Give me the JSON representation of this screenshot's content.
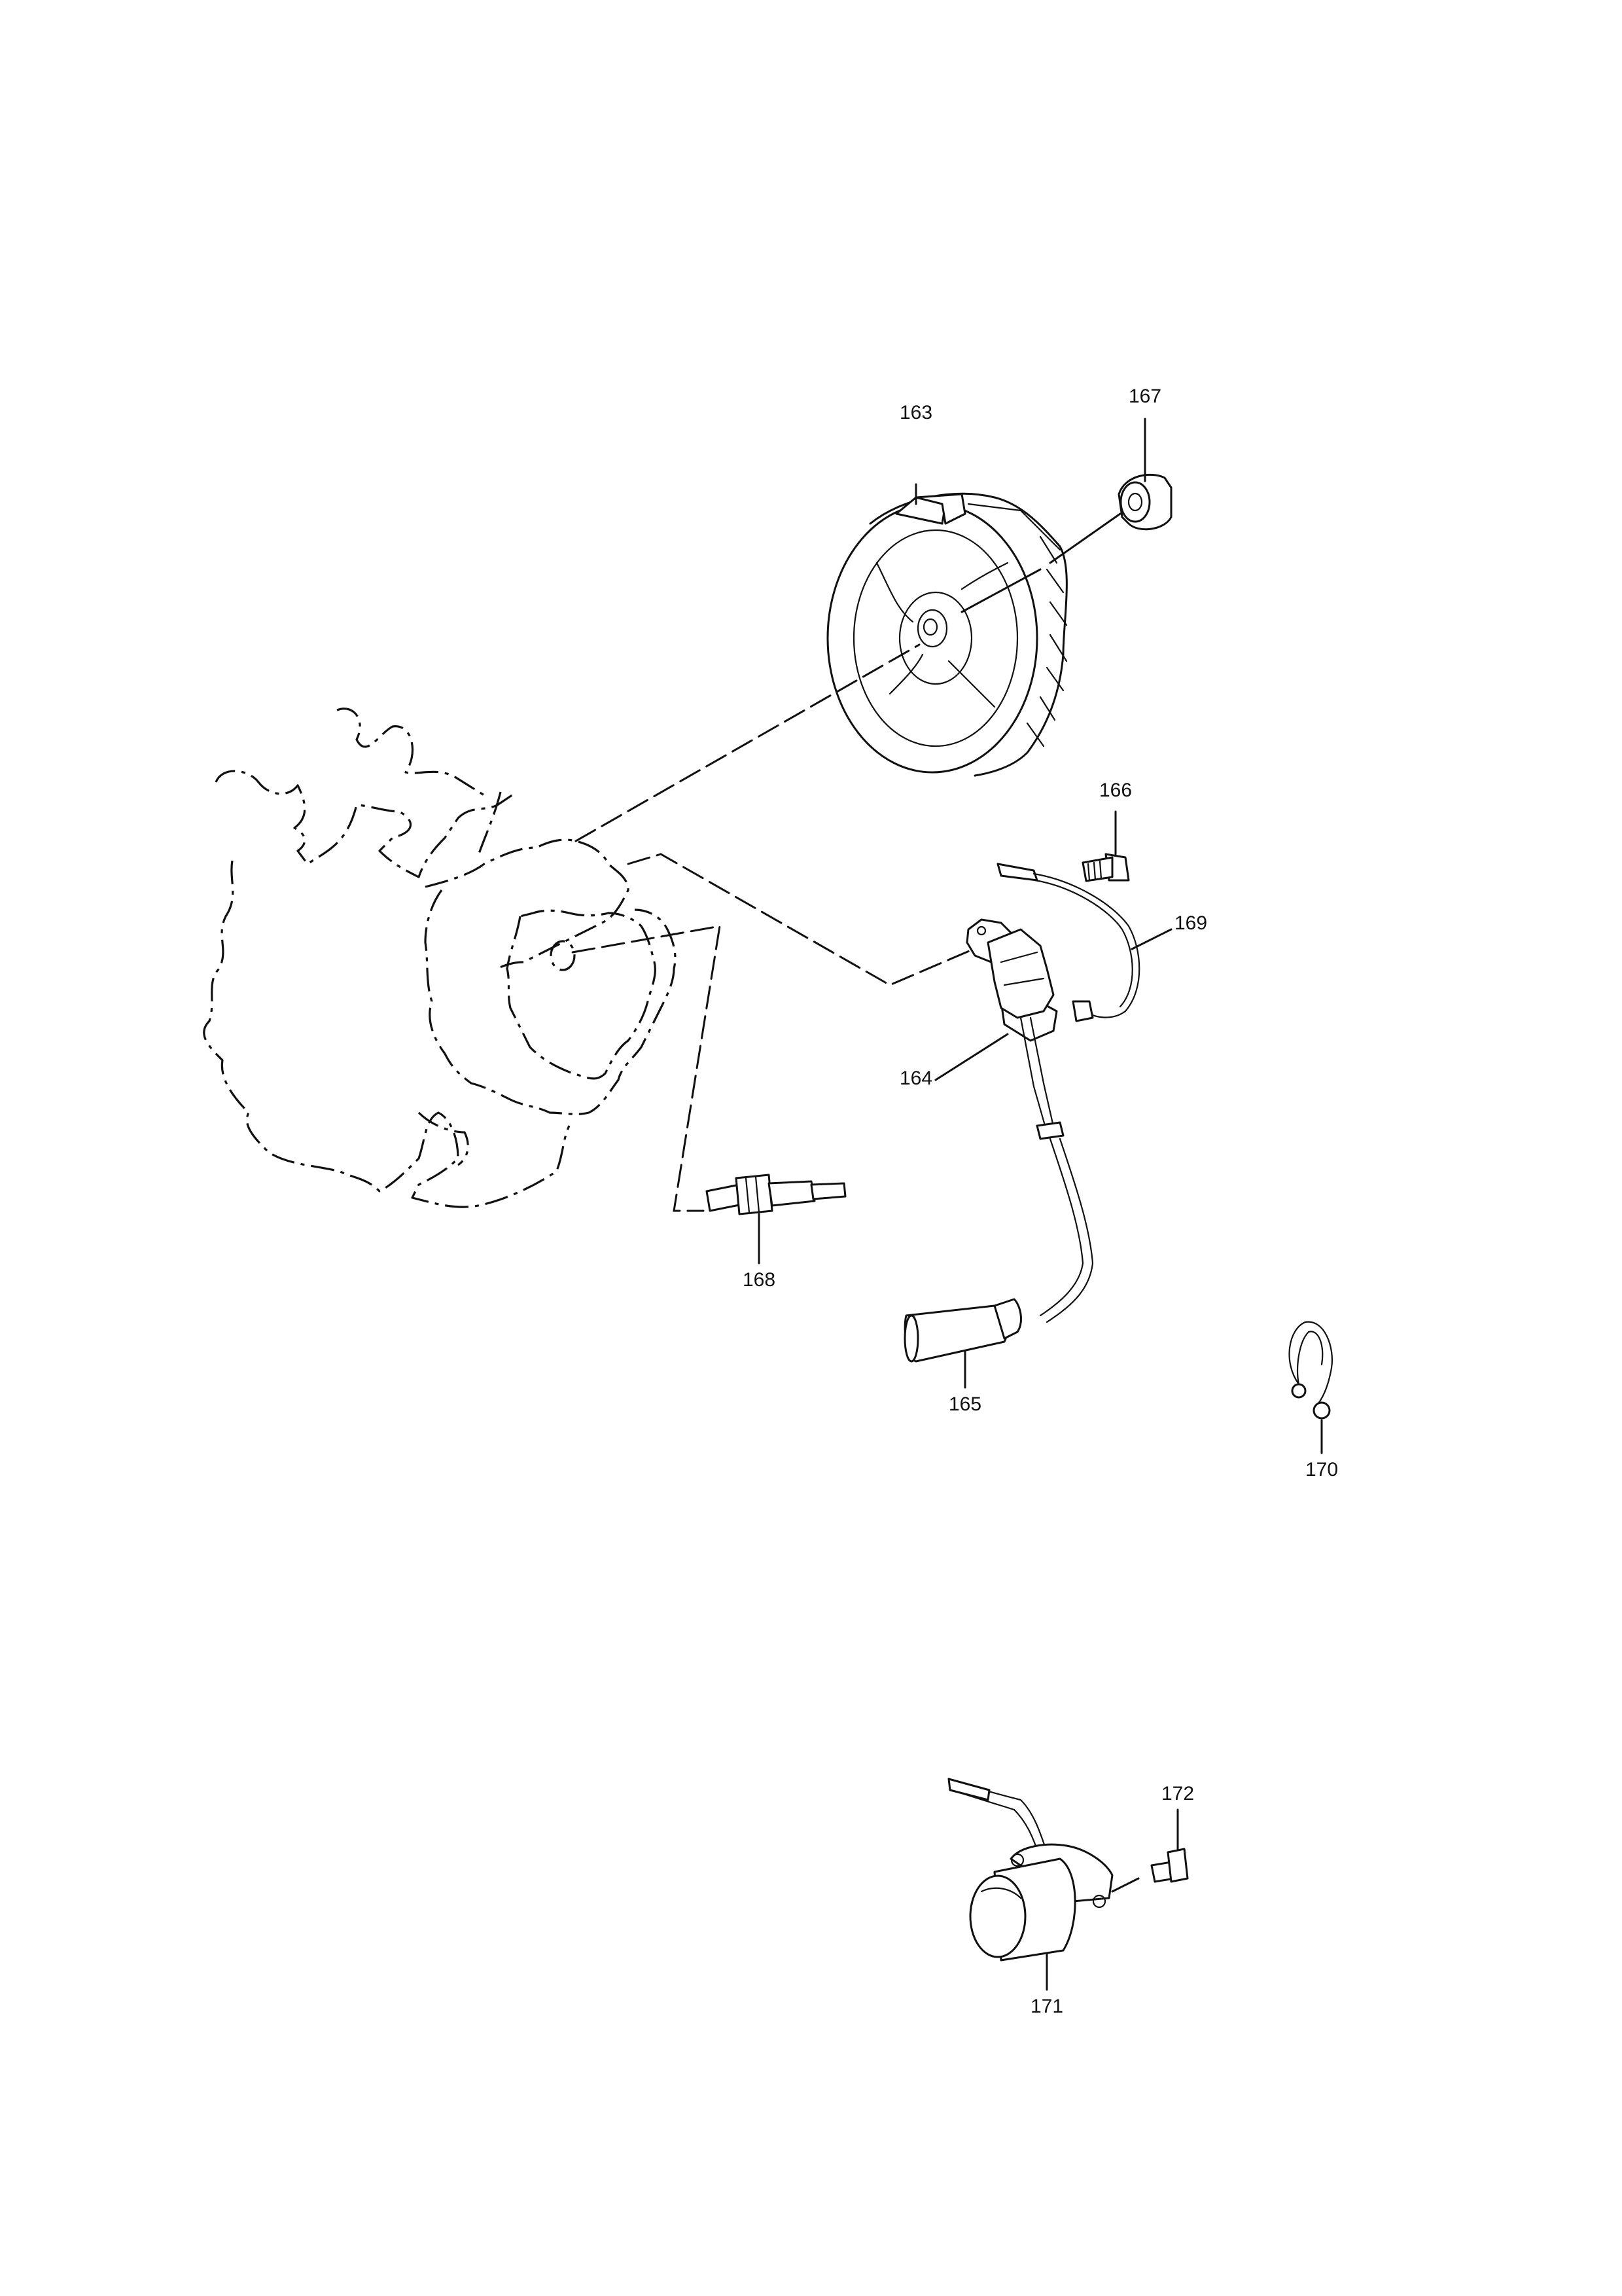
{
  "parts": [
    {
      "id": "163",
      "label": "163"
    },
    {
      "id": "164",
      "label": "164"
    },
    {
      "id": "165",
      "label": "165"
    },
    {
      "id": "166",
      "label": "166"
    },
    {
      "id": "167",
      "label": "167"
    },
    {
      "id": "168",
      "label": "168"
    },
    {
      "id": "169",
      "label": "169"
    },
    {
      "id": "170",
      "label": "170"
    },
    {
      "id": "171",
      "label": "171"
    },
    {
      "id": "172",
      "label": "172"
    }
  ]
}
